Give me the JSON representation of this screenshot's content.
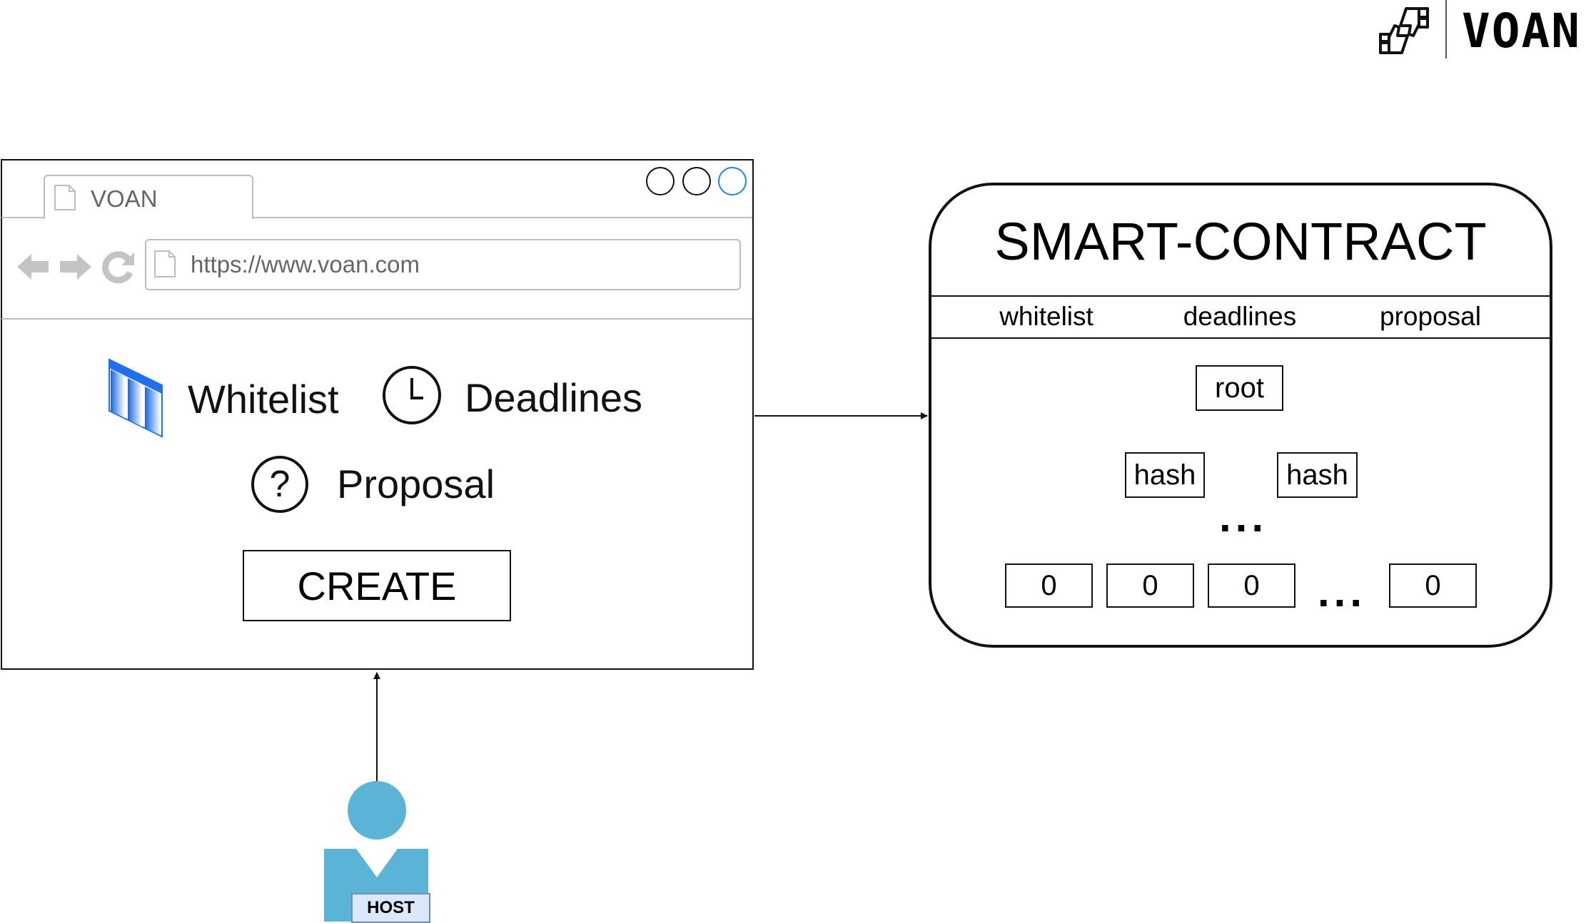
{
  "logo": {
    "text": "VOAN"
  },
  "browser": {
    "tab_title": "VOAN",
    "url": "https://www.voan.com",
    "features": {
      "whitelist": "Whitelist",
      "deadlines": "Deadlines",
      "proposal": "Proposal"
    },
    "create_button": "CREATE"
  },
  "contract": {
    "title": "SMART-CONTRACT",
    "columns": [
      "whitelist",
      "deadlines",
      "proposal"
    ],
    "tree": {
      "root": "root",
      "hashes": [
        "hash",
        "hash"
      ],
      "leaves": [
        "0",
        "0",
        "0",
        "0"
      ],
      "ellipsis": "..."
    }
  },
  "actor": {
    "label": "HOST",
    "color": "#5ab4d6"
  }
}
